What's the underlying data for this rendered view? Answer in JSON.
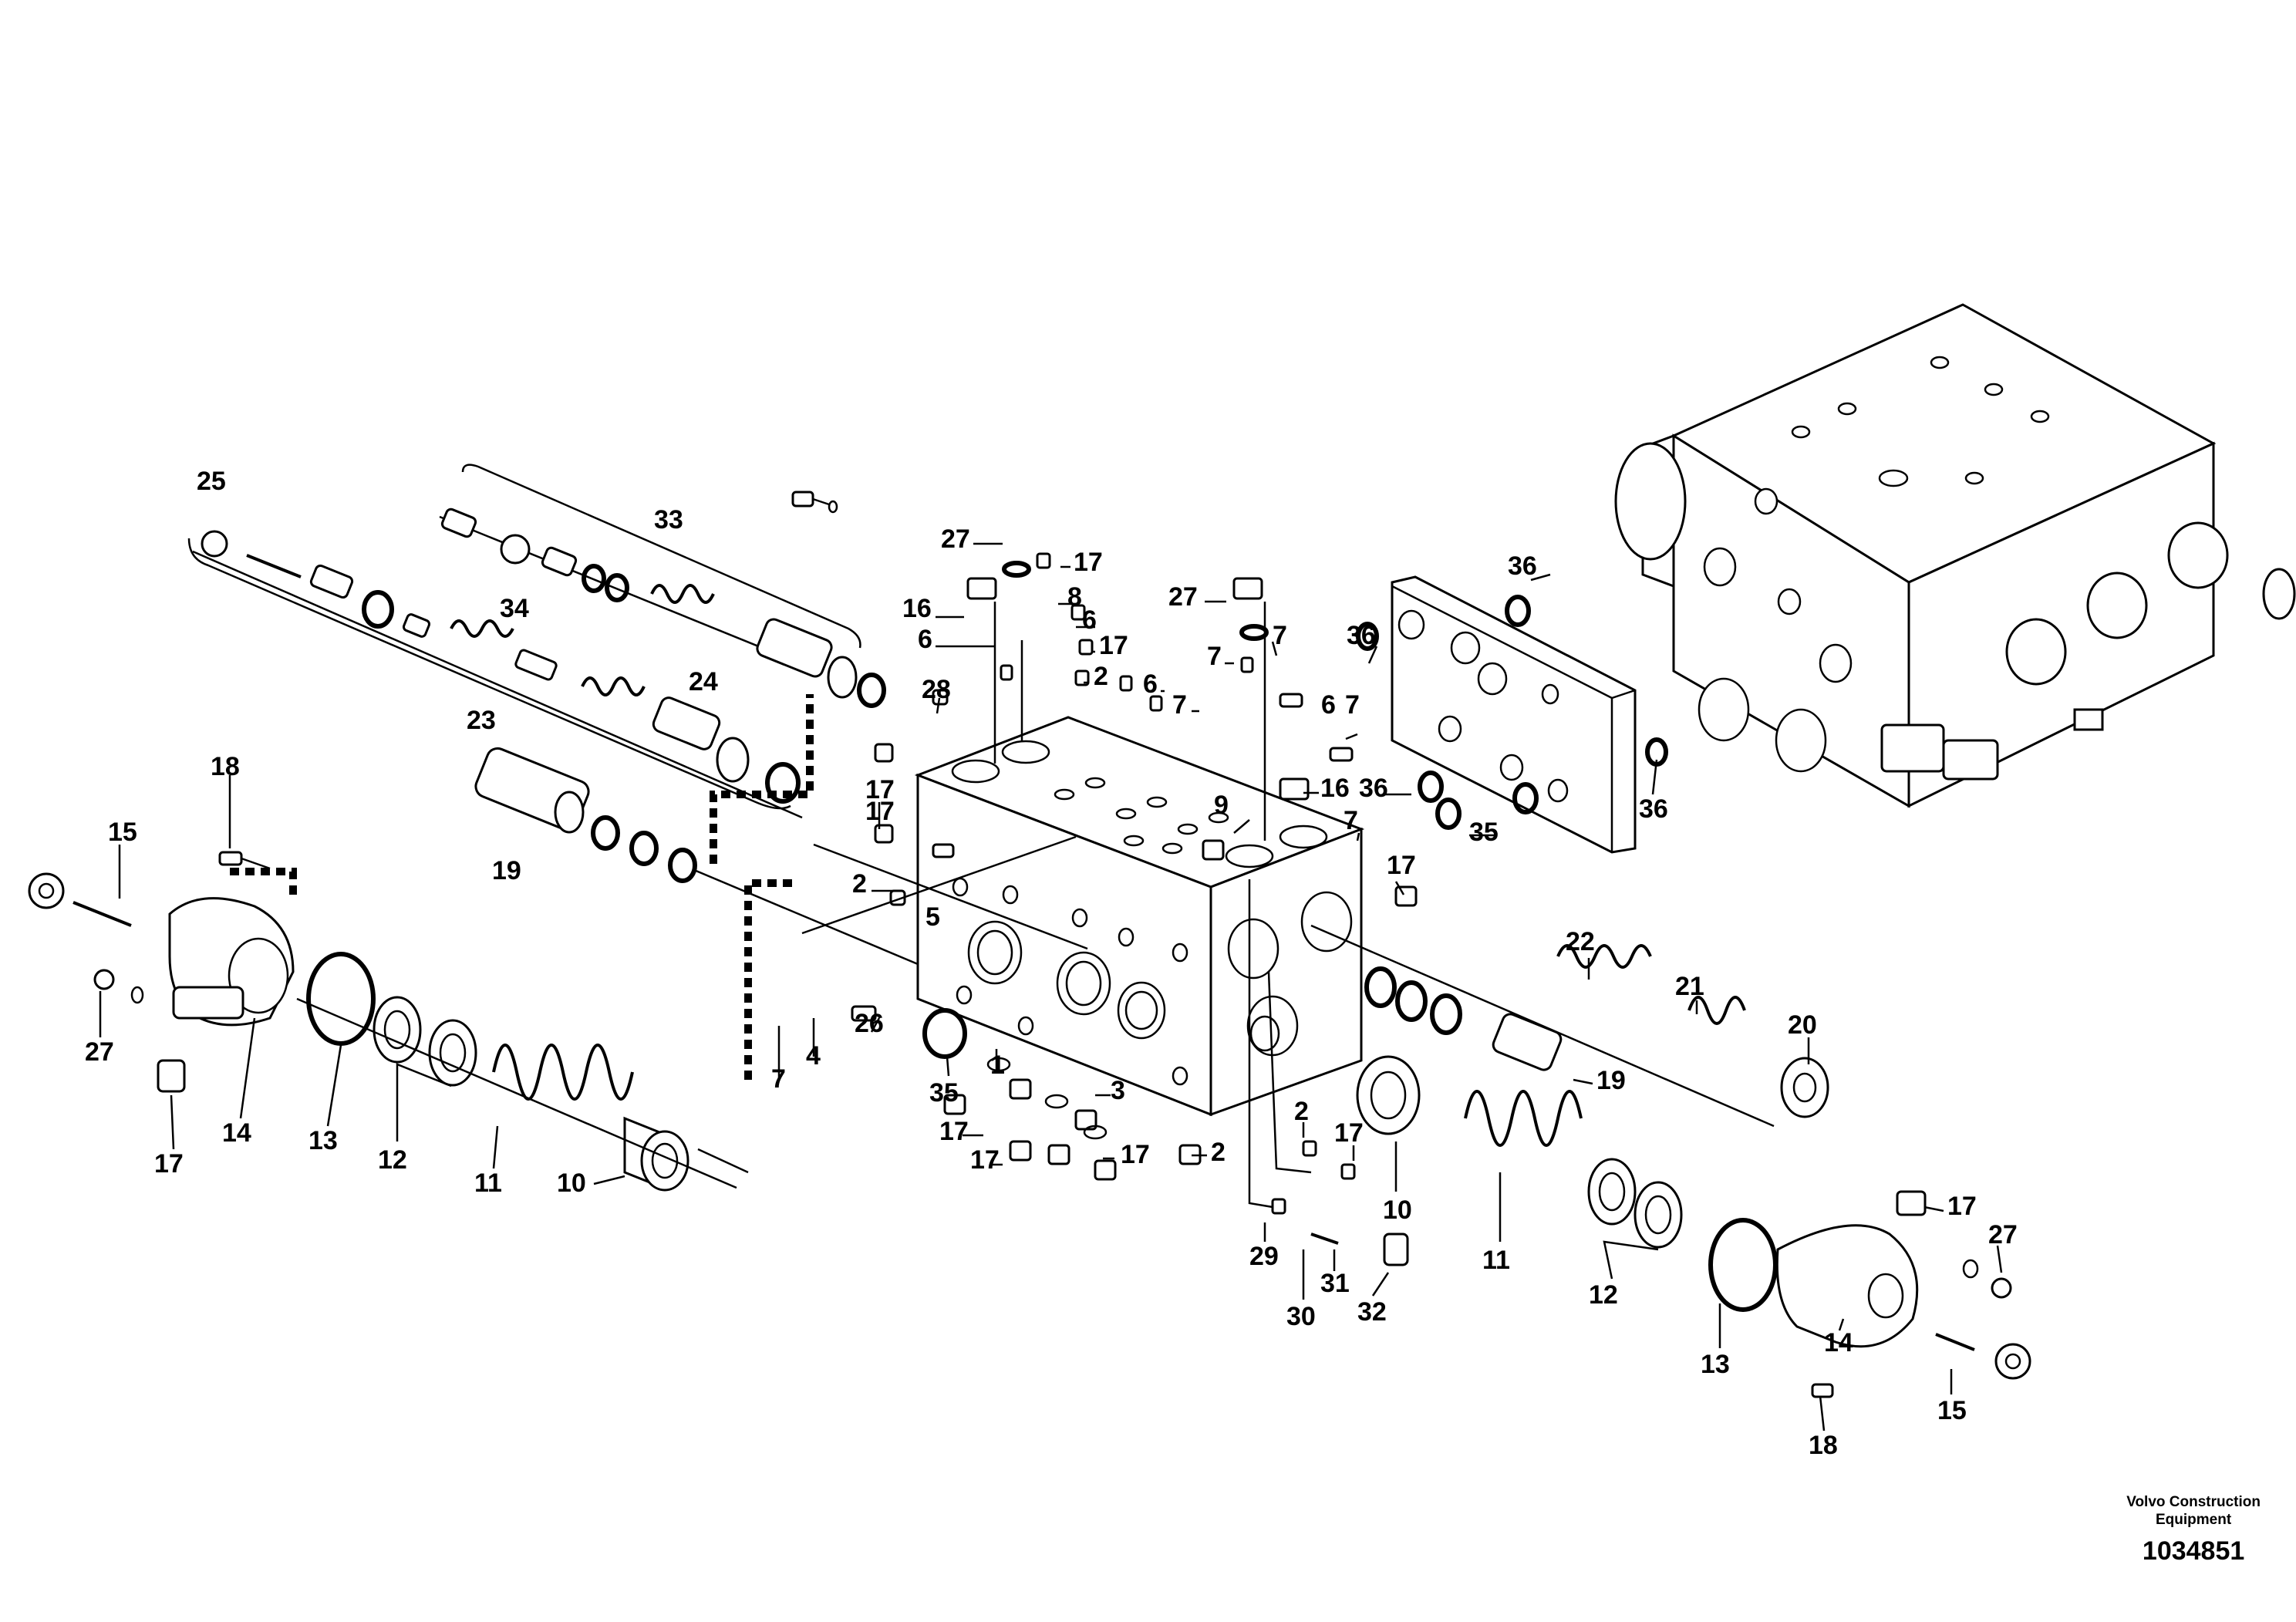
{
  "figure": {
    "publisher_line1": "Volvo Construction",
    "publisher_line2": "Equipment",
    "reference_number": "1034851"
  },
  "callouts": {
    "c25": "25",
    "c33": "33",
    "c34": "34",
    "c23": "23",
    "c24": "24",
    "c19a": "19",
    "c18a": "18",
    "c15a": "15",
    "c27a": "27",
    "c17a": "17",
    "c14a": "14",
    "c13a": "13",
    "c12a": "12",
    "c11a": "11",
    "c10a": "10",
    "c27b": "27",
    "c16a": "16",
    "c6a": "6",
    "c17b": "17",
    "c8": "8",
    "c6b": "6",
    "c17c": "17",
    "c2a": "2",
    "c27c": "27",
    "c7a": "7",
    "c7b": "7",
    "c6c": "6",
    "c7c": "7",
    "c28": "28",
    "c17d": "17",
    "c17e": "17",
    "c2b": "2",
    "c5": "5",
    "c9": "9",
    "c16b": "16",
    "c6d": "6",
    "c7d": "7",
    "c7e": "7",
    "c36a": "36",
    "c36b": "36",
    "c36c": "36",
    "c35a": "35",
    "c36d": "36",
    "c17f": "17",
    "c22": "22",
    "c21": "21",
    "c20": "20",
    "c19b": "19",
    "c26": "26",
    "c4": "4",
    "c7f": "7",
    "c35b": "35",
    "c1": "1",
    "c3": "3",
    "c17g": "17",
    "c17h": "17",
    "c17i": "17",
    "c2c": "2",
    "c2d": "2",
    "c17j": "17",
    "c10b": "10",
    "c29": "29",
    "c30": "30",
    "c31": "31",
    "c32": "32",
    "c11b": "11",
    "c12b": "12",
    "c13b": "13",
    "c14b": "14",
    "c17k": "17",
    "c27d": "27",
    "c15b": "15",
    "c18b": "18"
  }
}
